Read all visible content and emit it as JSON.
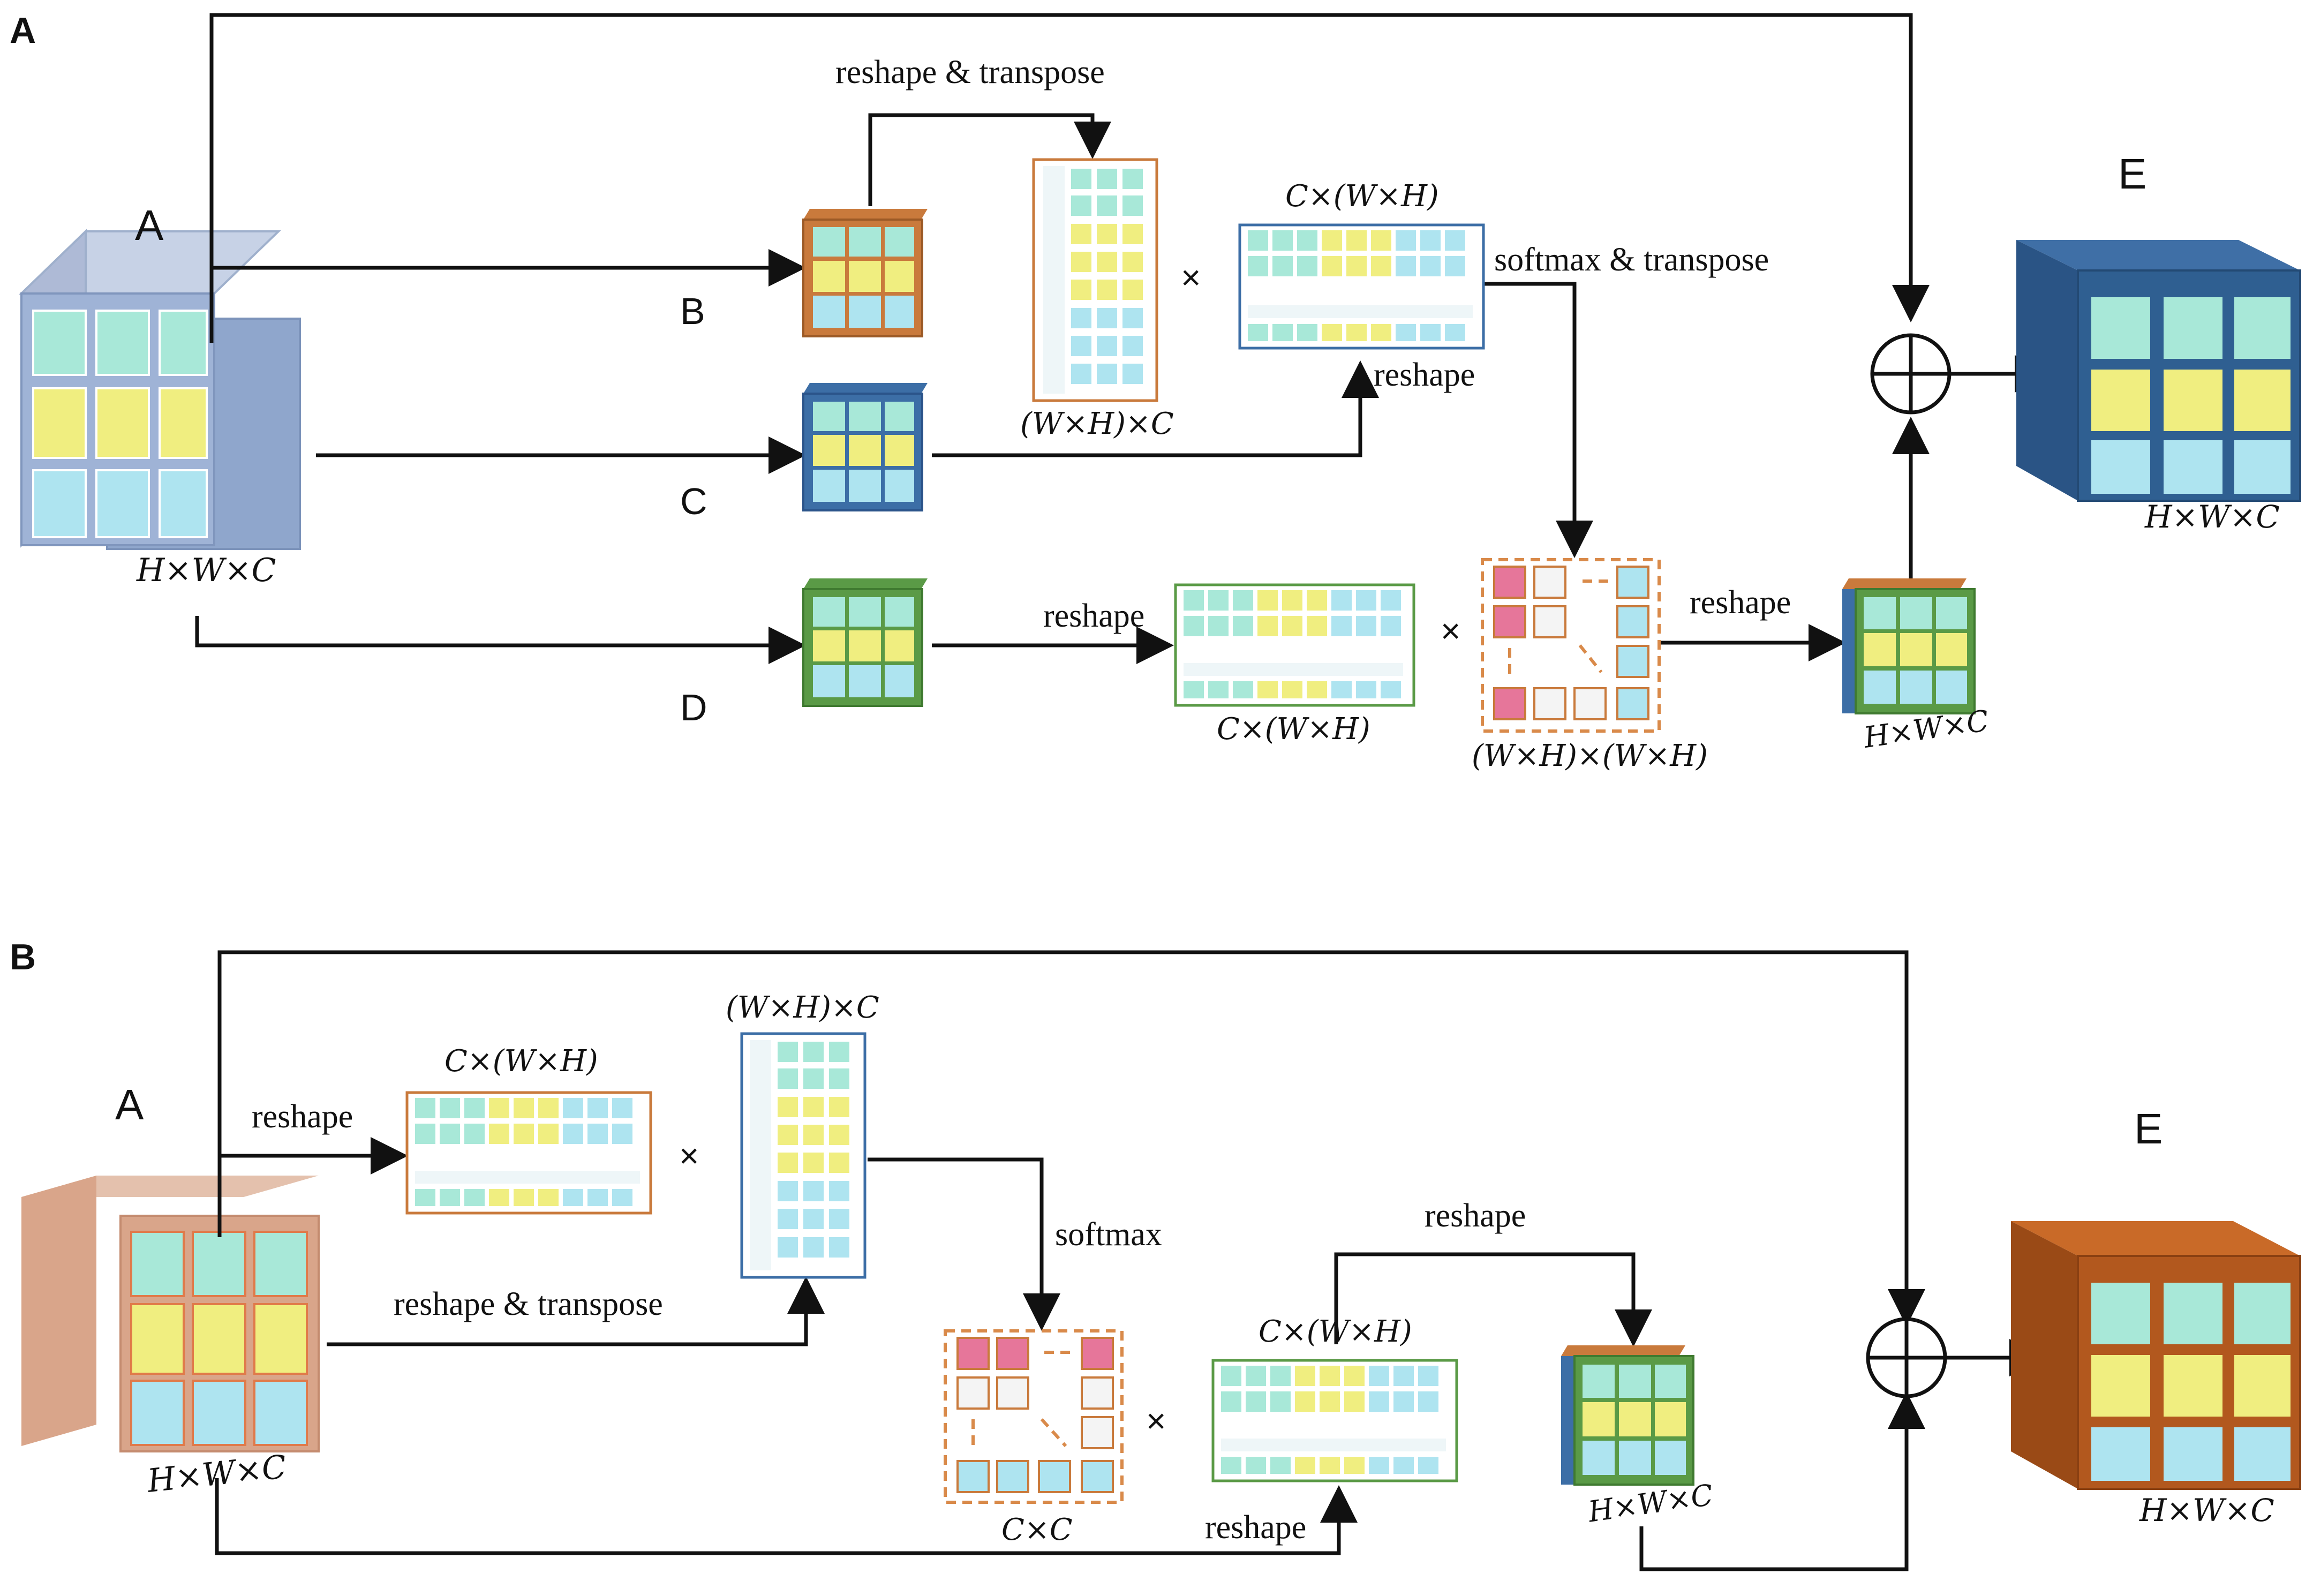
{
  "panels": [
    {
      "letter": "A",
      "input_label": "A",
      "input_shape": "H×W×C",
      "branches": [
        "B",
        "C",
        "D"
      ],
      "op_reshape_transpose": "reshape & transpose",
      "op_softmax_transpose": "softmax & transpose",
      "op_reshape_c": "reshape",
      "op_reshape_d": "reshape",
      "op_reshape_out": "reshape",
      "mat_wh_c": "(W×H)×C",
      "mat_c_wh_top": "C×(W×H)",
      "mat_c_wh_bottom": "C×(W×H)",
      "mat_wh_wh": "(W×H)×(W×H)",
      "multiply_1": "×",
      "multiply_2": "×",
      "small_out_shape": "H×W×C",
      "output_label": "E",
      "output_shape": "H×W×C",
      "cube_color": "#8fa6cc",
      "output_color": "#2f5f91"
    },
    {
      "letter": "B",
      "input_label": "A",
      "input_shape": "H×W×C",
      "op_reshape_top": "reshape",
      "op_reshape_transpose": "reshape & transpose",
      "op_softmax": "softmax",
      "op_reshape_mid": "reshape",
      "op_reshape_bottom": "reshape",
      "mat_c_wh": "C×(W×H)",
      "mat_wh_c": "(W×H)×C",
      "mat_c_c": "C×C",
      "mat_c_wh_2": "C×(W×H)",
      "multiply_1": "×",
      "multiply_2": "×",
      "small_out_shape": "H×W×C",
      "output_label": "E",
      "output_shape": "H×W×C",
      "cube_color": "#d9a58a",
      "output_color": "#b2581e"
    }
  ],
  "cell_colors": {
    "mint": "#a8e8d8",
    "yellow": "#f0ee80",
    "sky": "#aee4f0",
    "pink": "#e6769a",
    "white": "#f4f4f4"
  }
}
